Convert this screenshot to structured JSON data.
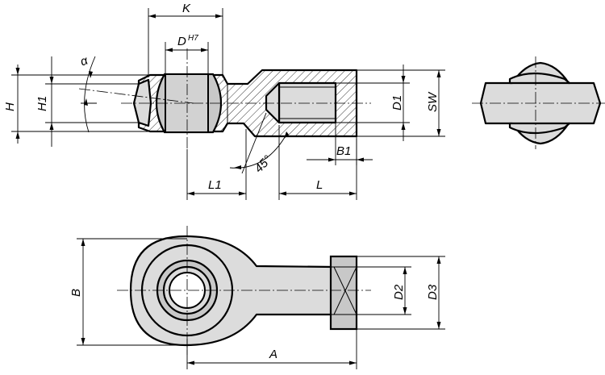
{
  "labels": {
    "K": "K",
    "D": "D",
    "D_sup": "H7",
    "alpha": "α",
    "H": "H",
    "H1": "H1",
    "D1": "D1",
    "SW": "SW",
    "B1": "B1",
    "angle": "45°",
    "L1": "L1",
    "L": "L",
    "B": "B",
    "D2": "D2",
    "D3": "D3",
    "A": "A"
  }
}
